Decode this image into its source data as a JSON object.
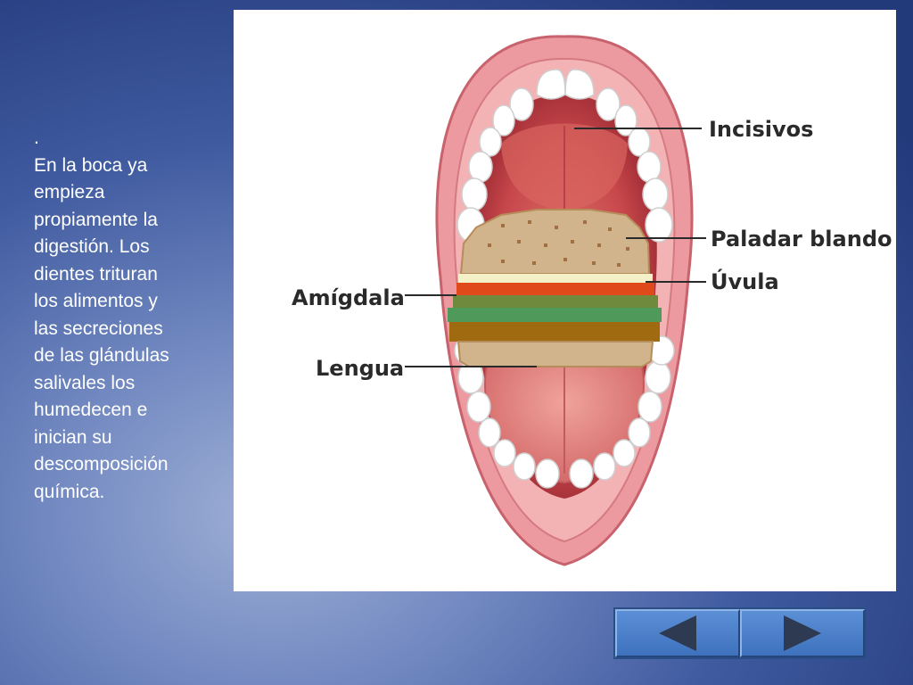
{
  "slide": {
    "text_lines": [
      ".",
      "En la boca ya",
      "empieza",
      "propiamente la",
      "digestión. Los",
      "dientes trituran",
      "los alimentos y",
      "las secreciones",
      "de las glándulas",
      "salivales los",
      "humedecen e",
      "inician su",
      "descomposición",
      "química."
    ]
  },
  "diagram": {
    "labels": {
      "incisivos": "Incisivos",
      "paladar": "Paladar blando",
      "uvula": "Úvula",
      "amigdala": "Amígdala",
      "lengua": "Lengua"
    }
  },
  "nav": {
    "back_icon": "triangle-left-icon",
    "forward_icon": "triangle-right-icon"
  },
  "colors": {
    "background": "#3f5a9f",
    "lips": "#e48a8f",
    "mouth_interior": "#c8444a",
    "nav_button": "#4a80c8"
  }
}
